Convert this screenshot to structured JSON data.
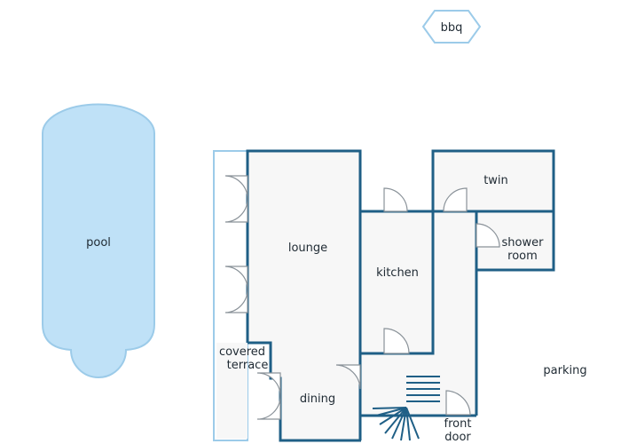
{
  "labels": {
    "bbq": "bbq",
    "pool": "pool",
    "lounge": "lounge",
    "kitchen": "kitchen",
    "twin": "twin",
    "shower_1": "shower",
    "shower_2": "room",
    "covered_terrace_1": "covered",
    "covered_terrace_2": "terrace",
    "dining": "dining",
    "front_door_1": "front",
    "front_door_2": "door",
    "parking": "parking"
  },
  "colors": {
    "wall": "#1f5f86",
    "pool_fill": "#bfe1f7",
    "pool_stroke": "#9ccbe9",
    "floor_fill": "#f7f7f7",
    "terrace_stroke": "#9ccbe9",
    "bbq_stroke": "#9ccbe9",
    "door_stroke": "#8a9299"
  }
}
